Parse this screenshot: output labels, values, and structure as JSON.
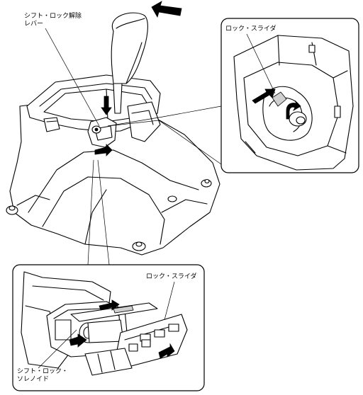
{
  "labels": {
    "shift_lock_release_lever": [
      "シフト・ロック解除",
      "レバー"
    ],
    "lock_slider_upper": "ロック・スライダ",
    "lock_slider_lower": "ロック・スライダ",
    "shift_lock_solenoid": [
      "シフト・ロック・",
      "ソレノイド"
    ]
  }
}
